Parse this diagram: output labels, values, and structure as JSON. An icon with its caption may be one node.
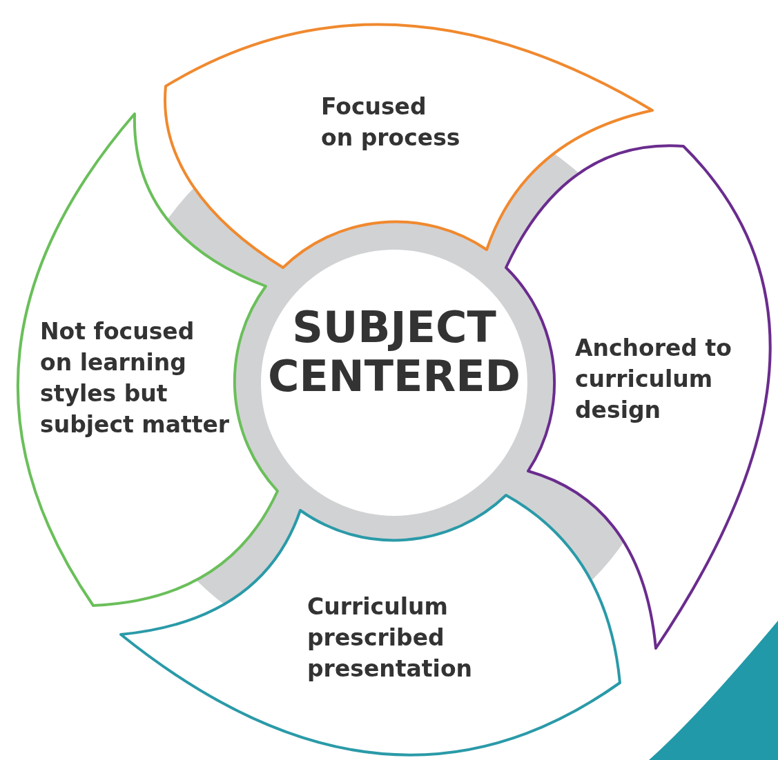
{
  "diagram": {
    "nodes": [
      {
        "text": [
          "Focused on process"
        ]
      },
      {
        "text": [
          "Not focused on learning styles but subject matter"
        ]
      },
      {
        "text": [
          "SUBJECT CENTERED"
        ]
      },
      {
        "text": [
          "Anchored to curriculum design"
        ]
      },
      {
        "text": [
          "Curriculum prescribed presentation"
        ]
      }
    ]
  }
}
